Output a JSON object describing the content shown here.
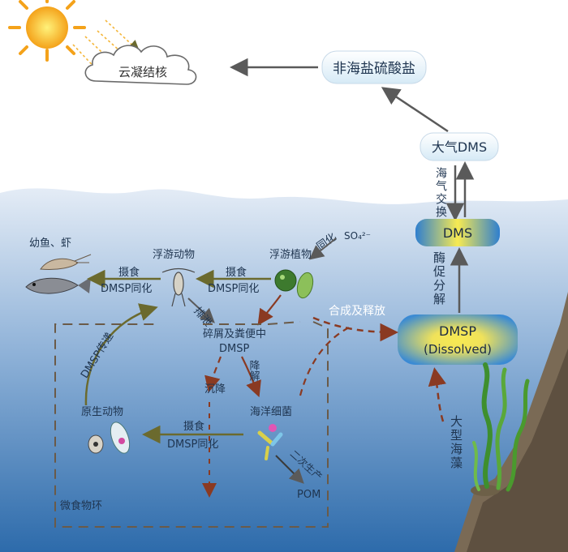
{
  "sky": {
    "cloud_label": "云凝结核",
    "sulfate_box": "非海盐硫酸盐",
    "atm_dms_box": "大气DMS"
  },
  "ocean": {
    "sea_air_exchange": "海气交换",
    "dms_box": "DMS",
    "enzymatic_cleavage": "酶促分解",
    "dmsp_box_line1": "DMSP",
    "dmsp_box_line2": "(Dissolved)",
    "synthesis_release": "合成及释放",
    "assimilation": "同化",
    "sulfate_so4": "SO₄²⁻",
    "macroalgae": "大型海藻"
  },
  "food_web": {
    "juvenile_fish": "幼鱼、虾",
    "zooplankton": "浮游动物",
    "phytoplankton": "浮游植物",
    "ingest_1": "摄食",
    "assim_1": "DMSP同化",
    "ingest_2": "摄食",
    "assim_2": "DMSP同化",
    "excretion": "排泄",
    "dmsp_transfer": "DMSP传递",
    "detritus_line1": "碎屑及粪便中",
    "detritus_line2": "DMSP",
    "sinking": "沉降",
    "degradation": "降解",
    "protozoa": "原生动物",
    "bacteria": "海洋细菌",
    "ingest_3": "摄食",
    "assim_3": "DMSP同化",
    "secondary_production": "二次生产",
    "pom": "POM",
    "microbial_loop": "微食物环"
  },
  "colors": {
    "arrow_olive": "#6b6a2e",
    "arrow_rust": "#8a3a22",
    "arrow_gray": "#5a5a5a",
    "box_blue": "#3d8fd6",
    "box_yellow": "#f6e64a",
    "sea_top": "#dfe8f3",
    "sea_bottom": "#2f6eae"
  }
}
